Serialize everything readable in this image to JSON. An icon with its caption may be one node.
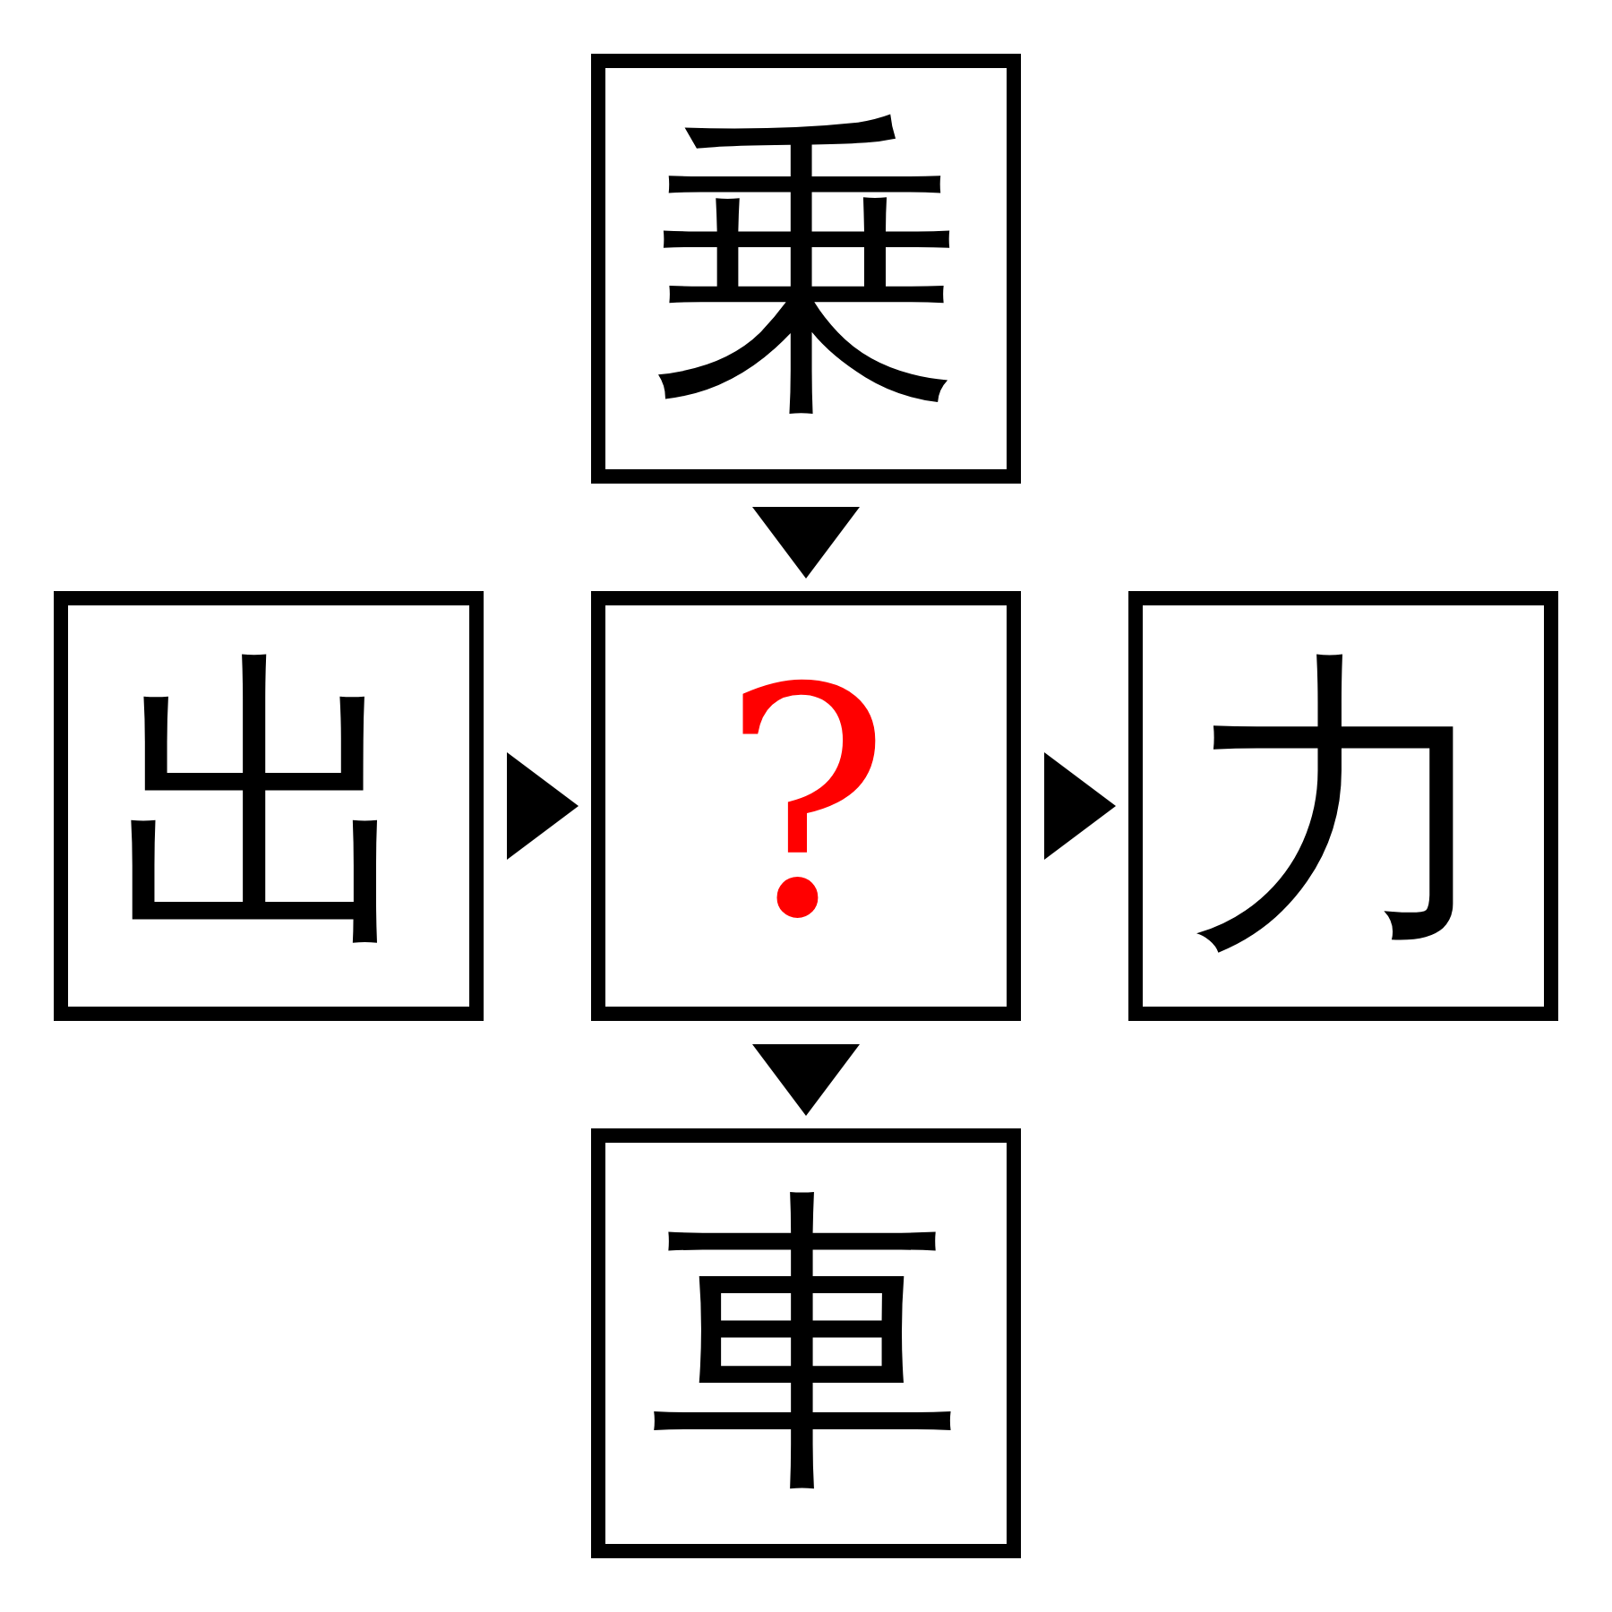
{
  "diagram": {
    "nodes": [
      {
        "text": [
          "乗"
        ]
      },
      {
        "text": [
          "出"
        ]
      },
      {
        "text": [
          "?"
        ]
      },
      {
        "text": [
          "力"
        ]
      },
      {
        "text": [
          "車"
        ]
      }
    ],
    "edges": [
      {
        "from": 0,
        "to": 2,
        "arrow": "to"
      },
      {
        "from": 1,
        "to": 2,
        "arrow": "to"
      },
      {
        "from": 2,
        "to": 3,
        "arrow": "to"
      },
      {
        "from": 2,
        "to": 4,
        "arrow": "to"
      }
    ]
  }
}
